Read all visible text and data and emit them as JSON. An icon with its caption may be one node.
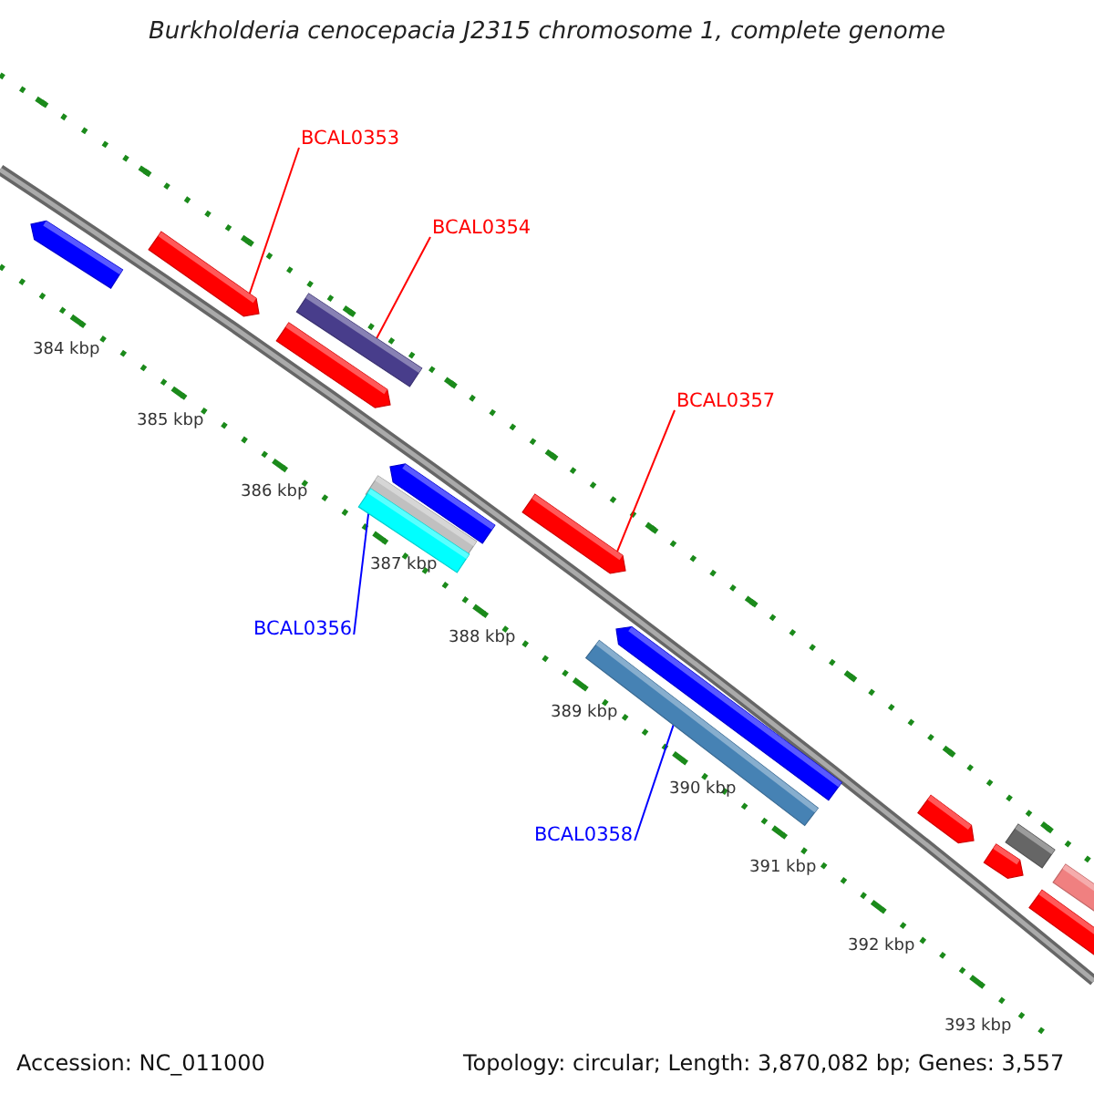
{
  "diagram": {
    "title": "Burkholderia cenocepacia J2315 chromosome 1, complete genome",
    "nodes": [
      {
        "text": [
          "BCAL0353"
        ]
      },
      {
        "text": [],
        "shape": "bar"
      },
      {
        "text": [
          "BCAL0354"
        ]
      },
      {
        "text": [],
        "shape": "bar"
      },
      {
        "text": [
          "BCAL0357"
        ]
      },
      {
        "text": [],
        "shape": "bar"
      },
      {
        "text": [
          "BCAL0356"
        ]
      },
      {
        "text": [],
        "shape": "bar"
      },
      {
        "text": [
          "BCAL0358"
        ]
      },
      {
        "text": [],
        "shape": "bar"
      }
    ],
    "edges": [
      {
        "from": 0,
        "to": 1,
        "arrow": "none"
      },
      {
        "from": 2,
        "to": 3,
        "arrow": "none"
      },
      {
        "from": 4,
        "to": 5,
        "arrow": "none"
      },
      {
        "from": 6,
        "to": 7,
        "arrow": "none",
        "color": "#0000ff"
      },
      {
        "from": 8,
        "to": 9,
        "arrow": "none",
        "color": "#0000ff"
      }
    ],
    "labels": [
      "384 kbp",
      "385 kbp",
      "386 kbp",
      "387 kbp",
      "388 kbp",
      "389 kbp",
      "390 kbp",
      "391 kbp",
      "392 kbp",
      "393 kbp",
      "Accession: NC_011000",
      "Topology: circular; Length: 3,870,082 bp; Genes: 3,557"
    ]
  }
}
